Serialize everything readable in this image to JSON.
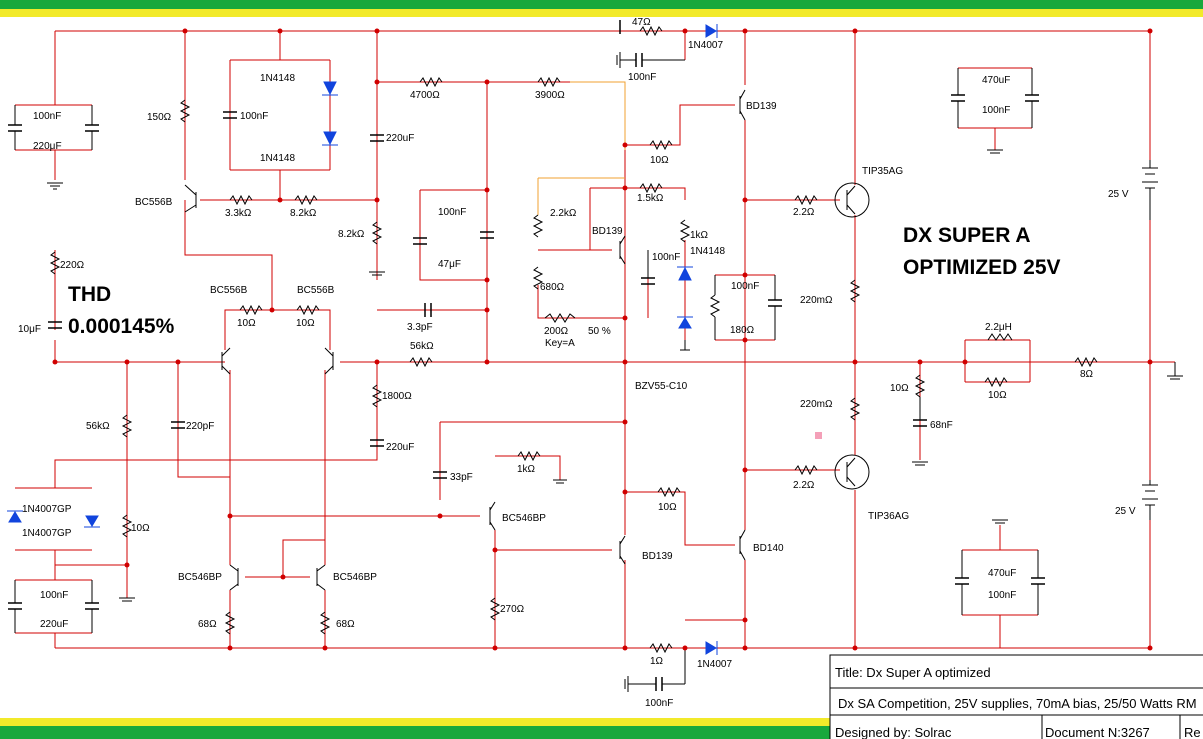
{
  "headline": {
    "line1": "DX SUPER A",
    "line2": "OPTIMIZED 25V"
  },
  "thd": {
    "label": "THD",
    "value": "0.000145%"
  },
  "colors": {
    "wire": "#d00000",
    "bias_wire": "#f0a030",
    "diode": "#1144dd",
    "green": "#19a83c",
    "yellow": "#f2ea2a"
  },
  "labels": {
    "r47": "47Ω",
    "d1n4007_top": "1N4007",
    "c100_top": "100nF",
    "c100_topleft": "100nF",
    "c220_topleft": "220μF",
    "d1n4148_a": "1N4148",
    "c100_inner": "100nF",
    "d1n4148_b": "1N4148",
    "r150": "150Ω",
    "r4700": "4700Ω",
    "r3900": "3900Ω",
    "c220_mid": "220uF",
    "bd139_top": "BD139",
    "r10_top": "10Ω",
    "c470_top": "470uF",
    "c100_tr": "100nF",
    "bc556_left": "BC556B",
    "r3k3": "3.3kΩ",
    "r8k2a": "8.2kΩ",
    "r8k2b": "8.2kΩ",
    "c100_box": "100nF",
    "c47": "47μF",
    "r2k2": "2.2kΩ",
    "r1k5": "1.5kΩ",
    "bd139_vbe": "BD139",
    "c100_vbe": "100nF",
    "r1k": "1kΩ",
    "d1n4148_c": "1N4148",
    "tip35": "TIP35AG",
    "r2_2_top": "2.2Ω",
    "v25_top": "25 V",
    "r220": "220Ω",
    "bc556_a": "BC556B",
    "bc556_b": "BC556B",
    "r10_a": "10Ω",
    "r10_b": "10Ω",
    "r680": "680Ω",
    "pot200": "200Ω",
    "pot_pct": "50 %",
    "pot_key": "Key=A",
    "c100_mid": "100nF",
    "r180": "180Ω",
    "r220m_top": "220mΩ",
    "c10u": "10μF",
    "c3p3": "3.3pF",
    "r56k_fb": "56kΩ",
    "l2u2": "2.2μH",
    "r10_l": "10Ω",
    "r8": "8Ω",
    "r10_z": "10Ω",
    "c68": "68nF",
    "bzv": "BZV55-C10",
    "r220m_bot": "220mΩ",
    "r56k_in": "56kΩ",
    "c220p": "220pF",
    "r1800": "1800Ω",
    "c220_bot": "220uF",
    "c33p": "33pF",
    "r1k_b": "1kΩ",
    "r10_bot": "10Ω",
    "r2_2_bot": "2.2Ω",
    "tip36": "TIP36AG",
    "v25_bot": "25 V",
    "d4007gp_a": "1N4007GP",
    "d4007gp_b": "1N4007GP",
    "r10_in": "10Ω",
    "bc546_mid": "BC546BP",
    "bd139_bot": "BD139",
    "bd140": "BD140",
    "c100_bl": "100nF",
    "c220_bl": "220uF",
    "bc546_l": "BC546BP",
    "bc546_r": "BC546BP",
    "r270": "270Ω",
    "c470_bot": "470uF",
    "c100_br": "100nF",
    "r68_a": "68Ω",
    "r68_b": "68Ω",
    "r1_bot": "1Ω",
    "d1n4007_bot": "1N4007",
    "c100_bot": "100nF"
  },
  "title_block": {
    "title": "Title: Dx Super A optimized",
    "description": "Dx SA Competition, 25V supplies, 70mA bias, 25/50 Watts RM",
    "designed": "Designed by: Solrac",
    "document": "Document N:3267",
    "revision": "Re"
  }
}
